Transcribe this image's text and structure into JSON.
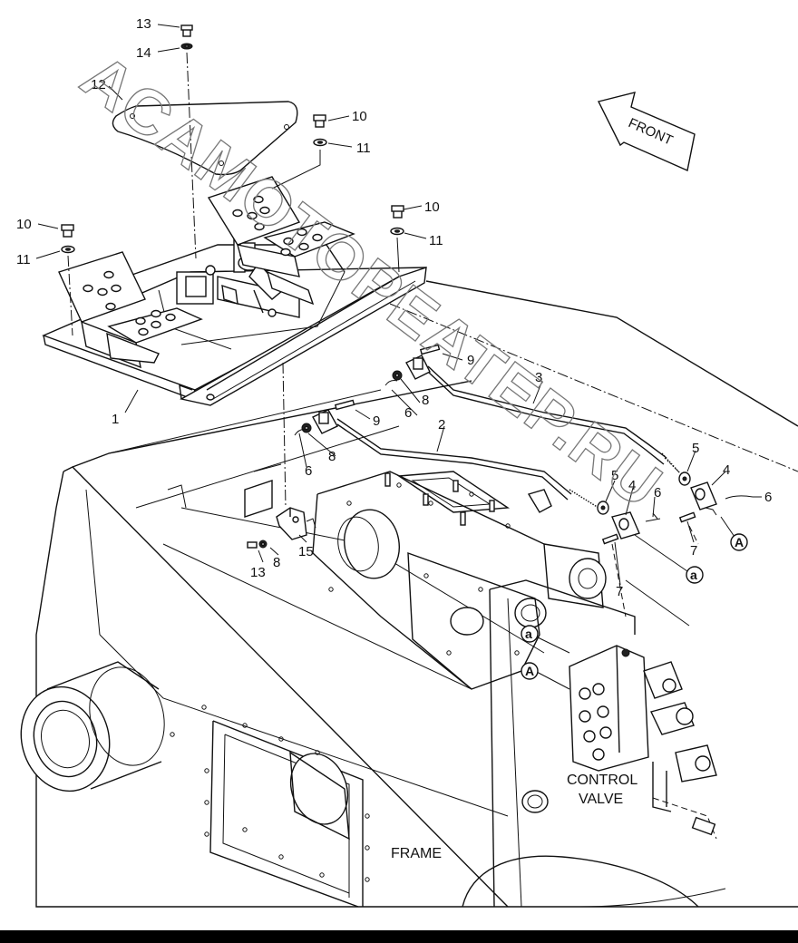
{
  "diagram": {
    "part_labels": [
      {
        "id": "13a",
        "text": "13"
      },
      {
        "id": "14",
        "text": "14"
      },
      {
        "id": "12",
        "text": "12"
      },
      {
        "id": "10a",
        "text": "10"
      },
      {
        "id": "11a",
        "text": "11"
      },
      {
        "id": "10b",
        "text": "10"
      },
      {
        "id": "11b",
        "text": "11"
      },
      {
        "id": "10c",
        "text": "10"
      },
      {
        "id": "11c",
        "text": "11"
      },
      {
        "id": "1",
        "text": "1"
      },
      {
        "id": "9a",
        "text": "9"
      },
      {
        "id": "3",
        "text": "3"
      },
      {
        "id": "8a",
        "text": "8"
      },
      {
        "id": "6a",
        "text": "6"
      },
      {
        "id": "9b",
        "text": "9"
      },
      {
        "id": "2",
        "text": "2"
      },
      {
        "id": "8b",
        "text": "8"
      },
      {
        "id": "6b",
        "text": "6"
      },
      {
        "id": "5a",
        "text": "5"
      },
      {
        "id": "4a",
        "text": "4"
      },
      {
        "id": "5b",
        "text": "5"
      },
      {
        "id": "4b",
        "text": "4"
      },
      {
        "id": "6c",
        "text": "6"
      },
      {
        "id": "6d",
        "text": "6"
      },
      {
        "id": "7a",
        "text": "7"
      },
      {
        "id": "7b",
        "text": "7"
      },
      {
        "id": "13b",
        "text": "13"
      },
      {
        "id": "8c",
        "text": "8"
      },
      {
        "id": "15",
        "text": "15"
      }
    ],
    "callouts": {
      "A_top": "A",
      "a_top": "a",
      "a_valve": "a",
      "A_valve": "A"
    },
    "front_arrow": "FRONT",
    "control_valve_line1": "CONTROL",
    "control_valve_line2": "VALVE",
    "frame_label": "FRAME",
    "watermark": "ACAMOTOPEATEP.RU"
  }
}
